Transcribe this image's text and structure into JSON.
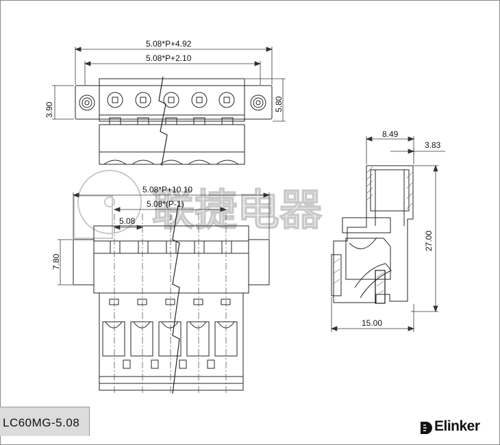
{
  "drawing": {
    "model_label": "LC60MG-5.08",
    "brand": "Elinker",
    "watermark_text": "联捷电器",
    "dimensions": {
      "top_overall": "5.08*P+4.92",
      "top_inner": "5.08*P+2.10",
      "top_height_left": "3.90",
      "top_height_right": "5.80",
      "front_overall": "5.08*P+10.10",
      "front_pitch_span": "5.08*(P-1)",
      "front_pitch": "5.08",
      "front_height_left": "7.80",
      "side_width_a": "8.49",
      "side_width_b": "3.83",
      "side_height": "27.00",
      "side_depth": "15.00"
    }
  }
}
